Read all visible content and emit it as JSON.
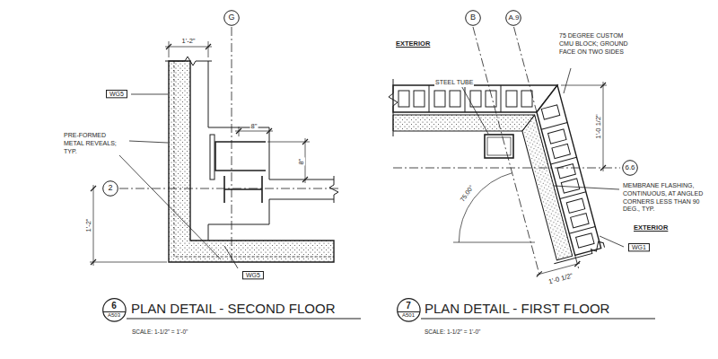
{
  "diagram": {
    "nodes": [
      {
        "text": [
          "G"
        ]
      },
      {
        "text": [
          "WG5"
        ]
      },
      {
        "text": [
          "2"
        ]
      },
      {
        "text": [
          "WG5"
        ]
      },
      {
        "text": [
          "6",
          "A503"
        ]
      },
      {
        "text": [
          "B"
        ]
      },
      {
        "text": [
          "A.9"
        ]
      },
      {
        "text": [
          "6.6"
        ]
      },
      {
        "text": [
          "WG1"
        ]
      },
      {
        "text": [
          "7",
          "A501"
        ]
      }
    ],
    "labels": [
      "1'-2\"",
      "8\"",
      "8\"",
      "1'-2\"",
      "PRE-FORMED METAL REVEALS; TYP.",
      "PLAN DETAIL - SECOND FLOOR",
      "SCALE: 1-1/2\" = 1'-0\"",
      "EXTERIOR",
      "STEEL TUBE",
      "75 DEGREE CUSTOM CMU BLOCK; GROUND FACE ON TWO SIDES",
      "1'-0 1/2\"",
      "MEMBRANE FLASHING, CONTINUOUS, AT ANGLED CORNERS LESS THAN 90 DEG., TYP.",
      "EXTERIOR",
      "75.00°",
      "1'-0 1/2\"",
      "PLAN DETAIL - FIRST FLOOR",
      "SCALE: 1-1/2\" = 1'-0\""
    ]
  }
}
